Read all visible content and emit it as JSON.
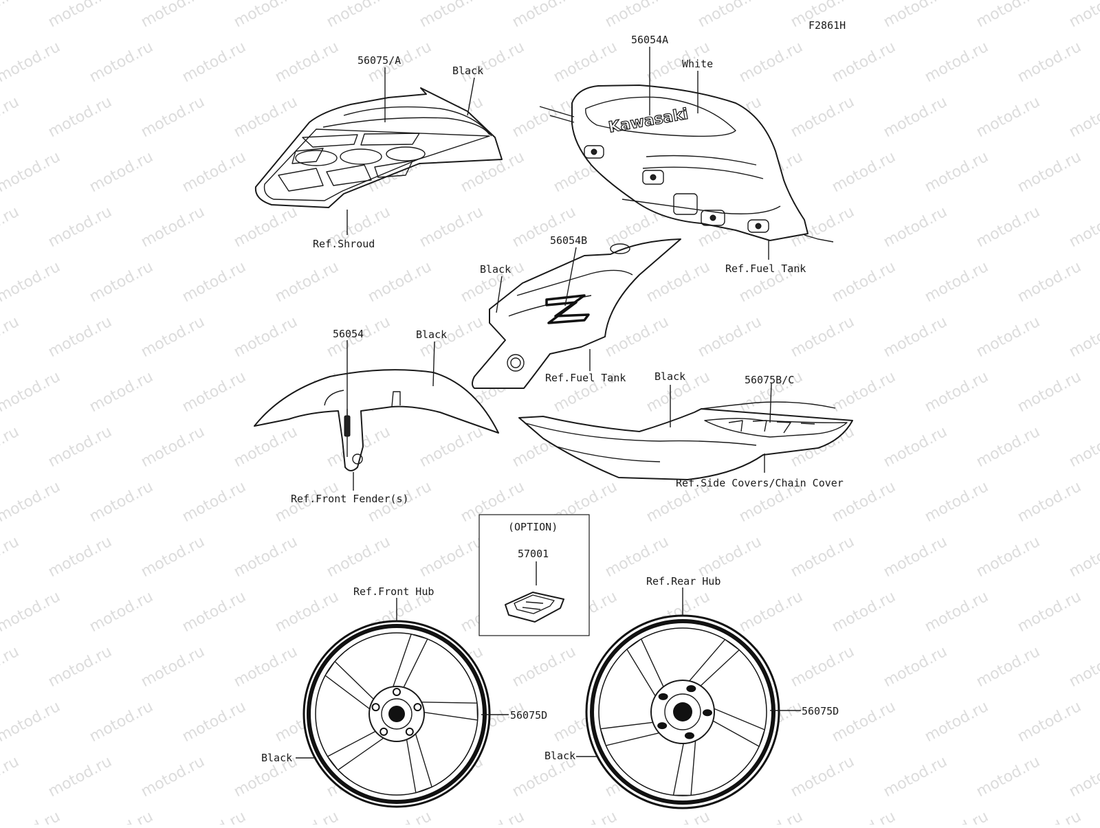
{
  "figure_code": "F2861H",
  "watermark": "motod.ru",
  "option_box": {
    "title": "(OPTION)",
    "part": "57001"
  },
  "tank_logo": "Kawasaki",
  "callouts": {
    "shroud_part": "56075/A",
    "shroud_color": "Black",
    "shroud_ref": "Ref.Shroud",
    "tank_part": "56054A",
    "tank_color": "White",
    "tank_ref": "Ref.Fuel Tank",
    "tank_side_part": "56054B",
    "tank_side_color": "Black",
    "tank_side_ref": "Ref.Fuel Tank",
    "fender_part": "56054",
    "fender_color": "Black",
    "fender_ref": "Ref.Front Fender(s)",
    "side_cover_color": "Black",
    "side_cover_part": "56075B/C",
    "side_cover_ref": "Ref.Side Covers/Chain Cover",
    "front_hub_ref": "Ref.Front Hub",
    "front_wheel_part": "56075D",
    "front_wheel_color": "Black",
    "rear_hub_ref": "Ref.Rear Hub",
    "rear_wheel_part": "56075D",
    "rear_wheel_color": "Black"
  }
}
